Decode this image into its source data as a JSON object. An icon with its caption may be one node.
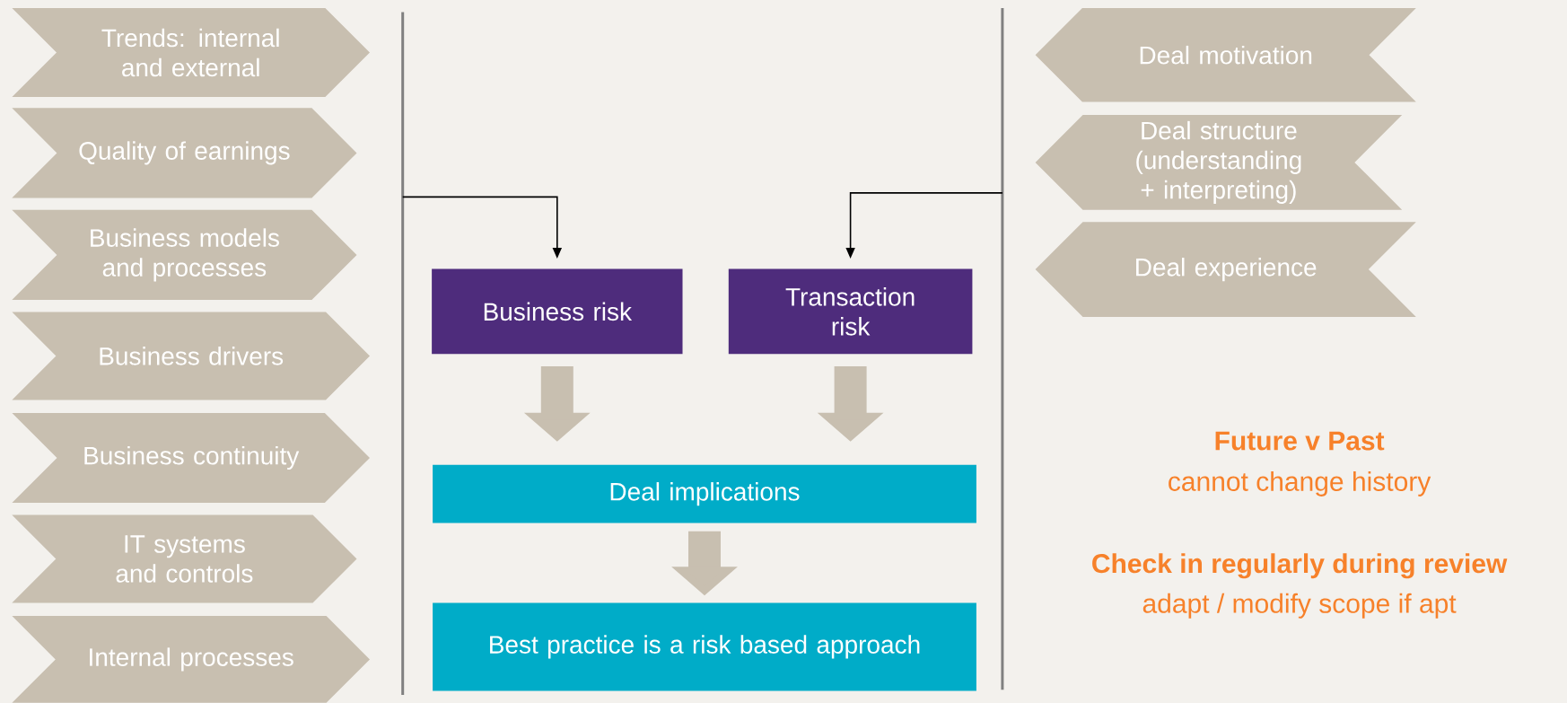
{
  "diagram": {
    "nodes": [
      {
        "text": [
          "Trends: internal and external"
        ]
      },
      {
        "text": [
          "Quality of earnings"
        ]
      },
      {
        "text": [
          "Business models and processes"
        ]
      },
      {
        "text": [
          "Business drivers"
        ]
      },
      {
        "text": [
          "Business continuity"
        ]
      },
      {
        "text": [
          "IT systems and controls"
        ]
      },
      {
        "text": [
          "Internal processes"
        ]
      },
      {
        "text": [
          "Deal motivation"
        ]
      },
      {
        "text": [
          "Deal structure (understanding + interpreting)"
        ]
      },
      {
        "text": [
          "Deal experience"
        ]
      },
      {
        "text": [
          "Business risk"
        ]
      },
      {
        "text": [
          "Transaction risk"
        ]
      },
      {
        "text": [
          "Deal implications"
        ]
      },
      {
        "text": [
          "Best practice is a risk based approach"
        ]
      }
    ],
    "edges": [
      {
        "from": null,
        "to": 10,
        "arrow": "to",
        "color": "#000000"
      },
      {
        "from": null,
        "to": 11,
        "arrow": "to",
        "color": "#000000"
      },
      {
        "from": 10,
        "to": 12,
        "arrow": "to"
      },
      {
        "from": 11,
        "to": 12,
        "arrow": "to"
      },
      {
        "from": 12,
        "to": 13,
        "arrow": "to"
      }
    ],
    "labels": [
      "Future v Past",
      "cannot change history",
      "Check in regularly during review",
      "adapt / modify scope if apt"
    ]
  }
}
